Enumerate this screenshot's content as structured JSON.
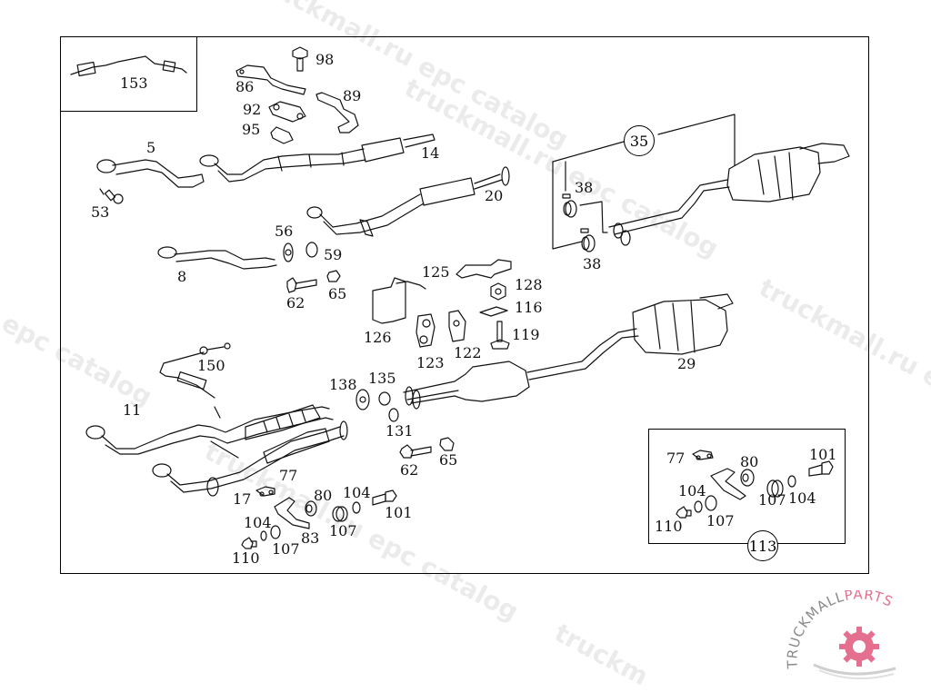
{
  "diagram": {
    "title": "Exhaust system parts catalog diagram",
    "watermarks": [
      "truckmall.ru epc catalog",
      "truckmall.ru epc catalog",
      "l epc catalog",
      "truckmall.ru e",
      "truckmall.ru epc catalog",
      "truckm"
    ],
    "insets": {
      "sensor_inset_label": "153",
      "mount_kit_callout": "113",
      "rear_muffler_callout": "35"
    },
    "part_labels": [
      {
        "id": "p153",
        "text": "153"
      },
      {
        "id": "p98",
        "text": "98"
      },
      {
        "id": "p86",
        "text": "86"
      },
      {
        "id": "p89",
        "text": "89"
      },
      {
        "id": "p92",
        "text": "92"
      },
      {
        "id": "p95",
        "text": "95"
      },
      {
        "id": "p5",
        "text": "5"
      },
      {
        "id": "p14",
        "text": "14"
      },
      {
        "id": "p53",
        "text": "53"
      },
      {
        "id": "p20",
        "text": "20"
      },
      {
        "id": "p56",
        "text": "56"
      },
      {
        "id": "p59",
        "text": "59"
      },
      {
        "id": "p8",
        "text": "8"
      },
      {
        "id": "p62a",
        "text": "62"
      },
      {
        "id": "p65a",
        "text": "65"
      },
      {
        "id": "p125",
        "text": "125"
      },
      {
        "id": "p128",
        "text": "128"
      },
      {
        "id": "p116",
        "text": "116"
      },
      {
        "id": "p126",
        "text": "126"
      },
      {
        "id": "p123",
        "text": "123"
      },
      {
        "id": "p122",
        "text": "122"
      },
      {
        "id": "p119",
        "text": "119"
      },
      {
        "id": "p150",
        "text": "150"
      },
      {
        "id": "p29",
        "text": "29"
      },
      {
        "id": "p38a",
        "text": "38"
      },
      {
        "id": "p38b",
        "text": "38"
      },
      {
        "id": "p138",
        "text": "138"
      },
      {
        "id": "p135",
        "text": "135"
      },
      {
        "id": "p131",
        "text": "131"
      },
      {
        "id": "p11",
        "text": "11"
      },
      {
        "id": "p62b",
        "text": "62"
      },
      {
        "id": "p65b",
        "text": "65"
      },
      {
        "id": "p17",
        "text": "17"
      },
      {
        "id": "p77a",
        "text": "77"
      },
      {
        "id": "p80a",
        "text": "80"
      },
      {
        "id": "p104a",
        "text": "104"
      },
      {
        "id": "p101a",
        "text": "101"
      },
      {
        "id": "p104b",
        "text": "104"
      },
      {
        "id": "p107a",
        "text": "107"
      },
      {
        "id": "p83",
        "text": "83"
      },
      {
        "id": "p110a",
        "text": "110"
      },
      {
        "id": "p107b",
        "text": "107"
      },
      {
        "id": "p77b",
        "text": "77"
      },
      {
        "id": "p80b",
        "text": "80"
      },
      {
        "id": "p101b",
        "text": "101"
      },
      {
        "id": "p104c",
        "text": "104"
      },
      {
        "id": "p107c",
        "text": "107"
      },
      {
        "id": "p104d",
        "text": "104"
      },
      {
        "id": "p110b",
        "text": "110"
      },
      {
        "id": "p107d",
        "text": "107"
      }
    ]
  },
  "logo": {
    "text_gray": "TRUCKMALL",
    "text_pink": "PARTS",
    "colors": {
      "gray": "#8a8a8a",
      "pink": "#e56f8e"
    }
  }
}
